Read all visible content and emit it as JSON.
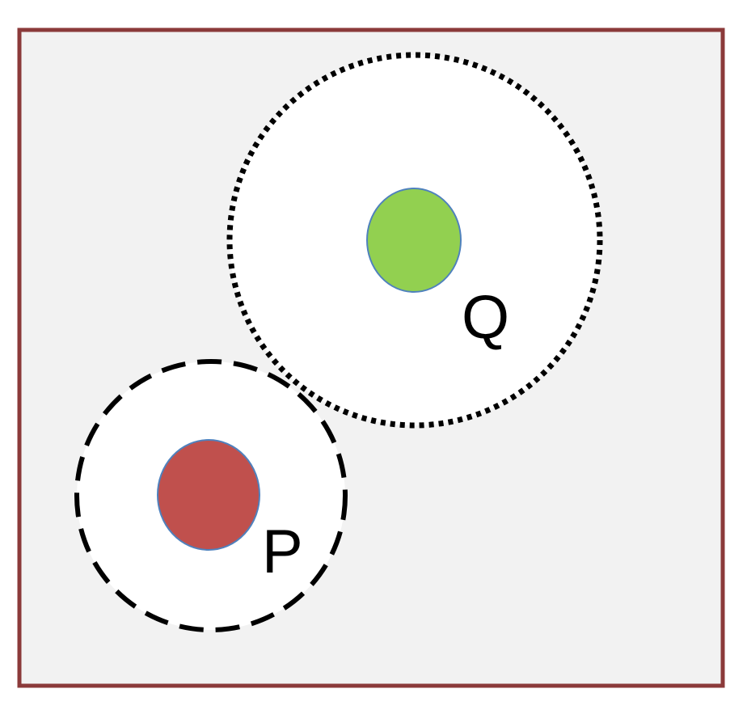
{
  "diagram": {
    "colors": {
      "border": "#8b3a3a",
      "background": "#f2f2f2",
      "ring_fill": "#ffffff",
      "ring_stroke": "#000000",
      "dot_outline": "#4f81bd"
    },
    "nodes": [
      {
        "id": "Q",
        "label": "Q",
        "dot_color": "#92d050",
        "ring_style": "dotted"
      },
      {
        "id": "P",
        "label": "P",
        "dot_color": "#c0504d",
        "ring_style": "dashed"
      }
    ]
  }
}
